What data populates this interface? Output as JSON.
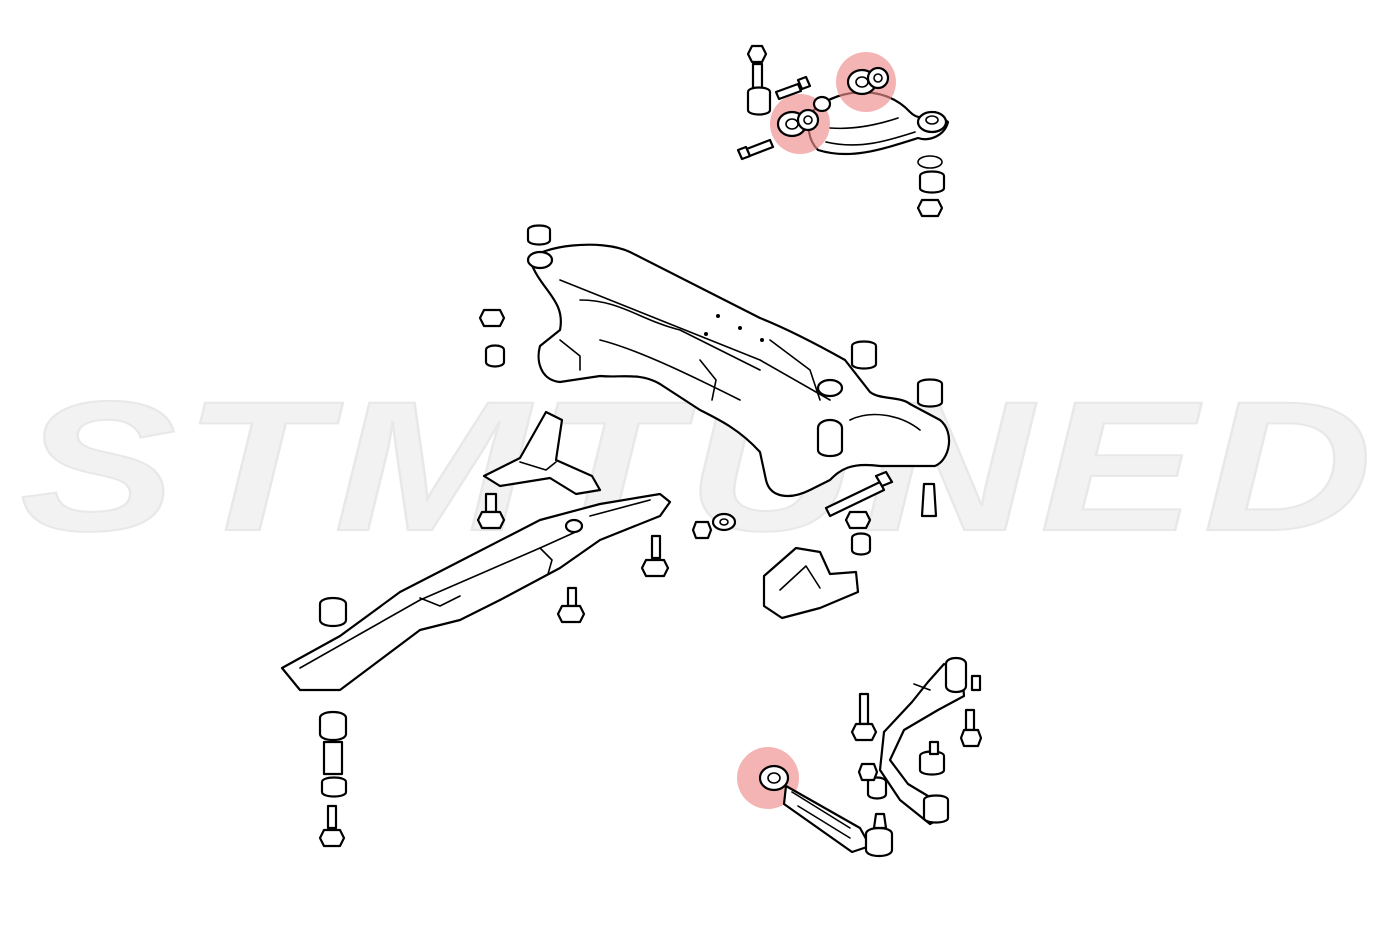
{
  "watermark": {
    "text": "STMTUNED",
    "color": "#f2f2f2"
  },
  "highlight_color": "#ee8a8a",
  "line_color": "#000000",
  "background": "#ffffff",
  "highlights": [
    {
      "id": "upper-arm-rear-bushing"
    },
    {
      "id": "upper-arm-front-bushing"
    },
    {
      "id": "lower-link-bushing"
    }
  ]
}
